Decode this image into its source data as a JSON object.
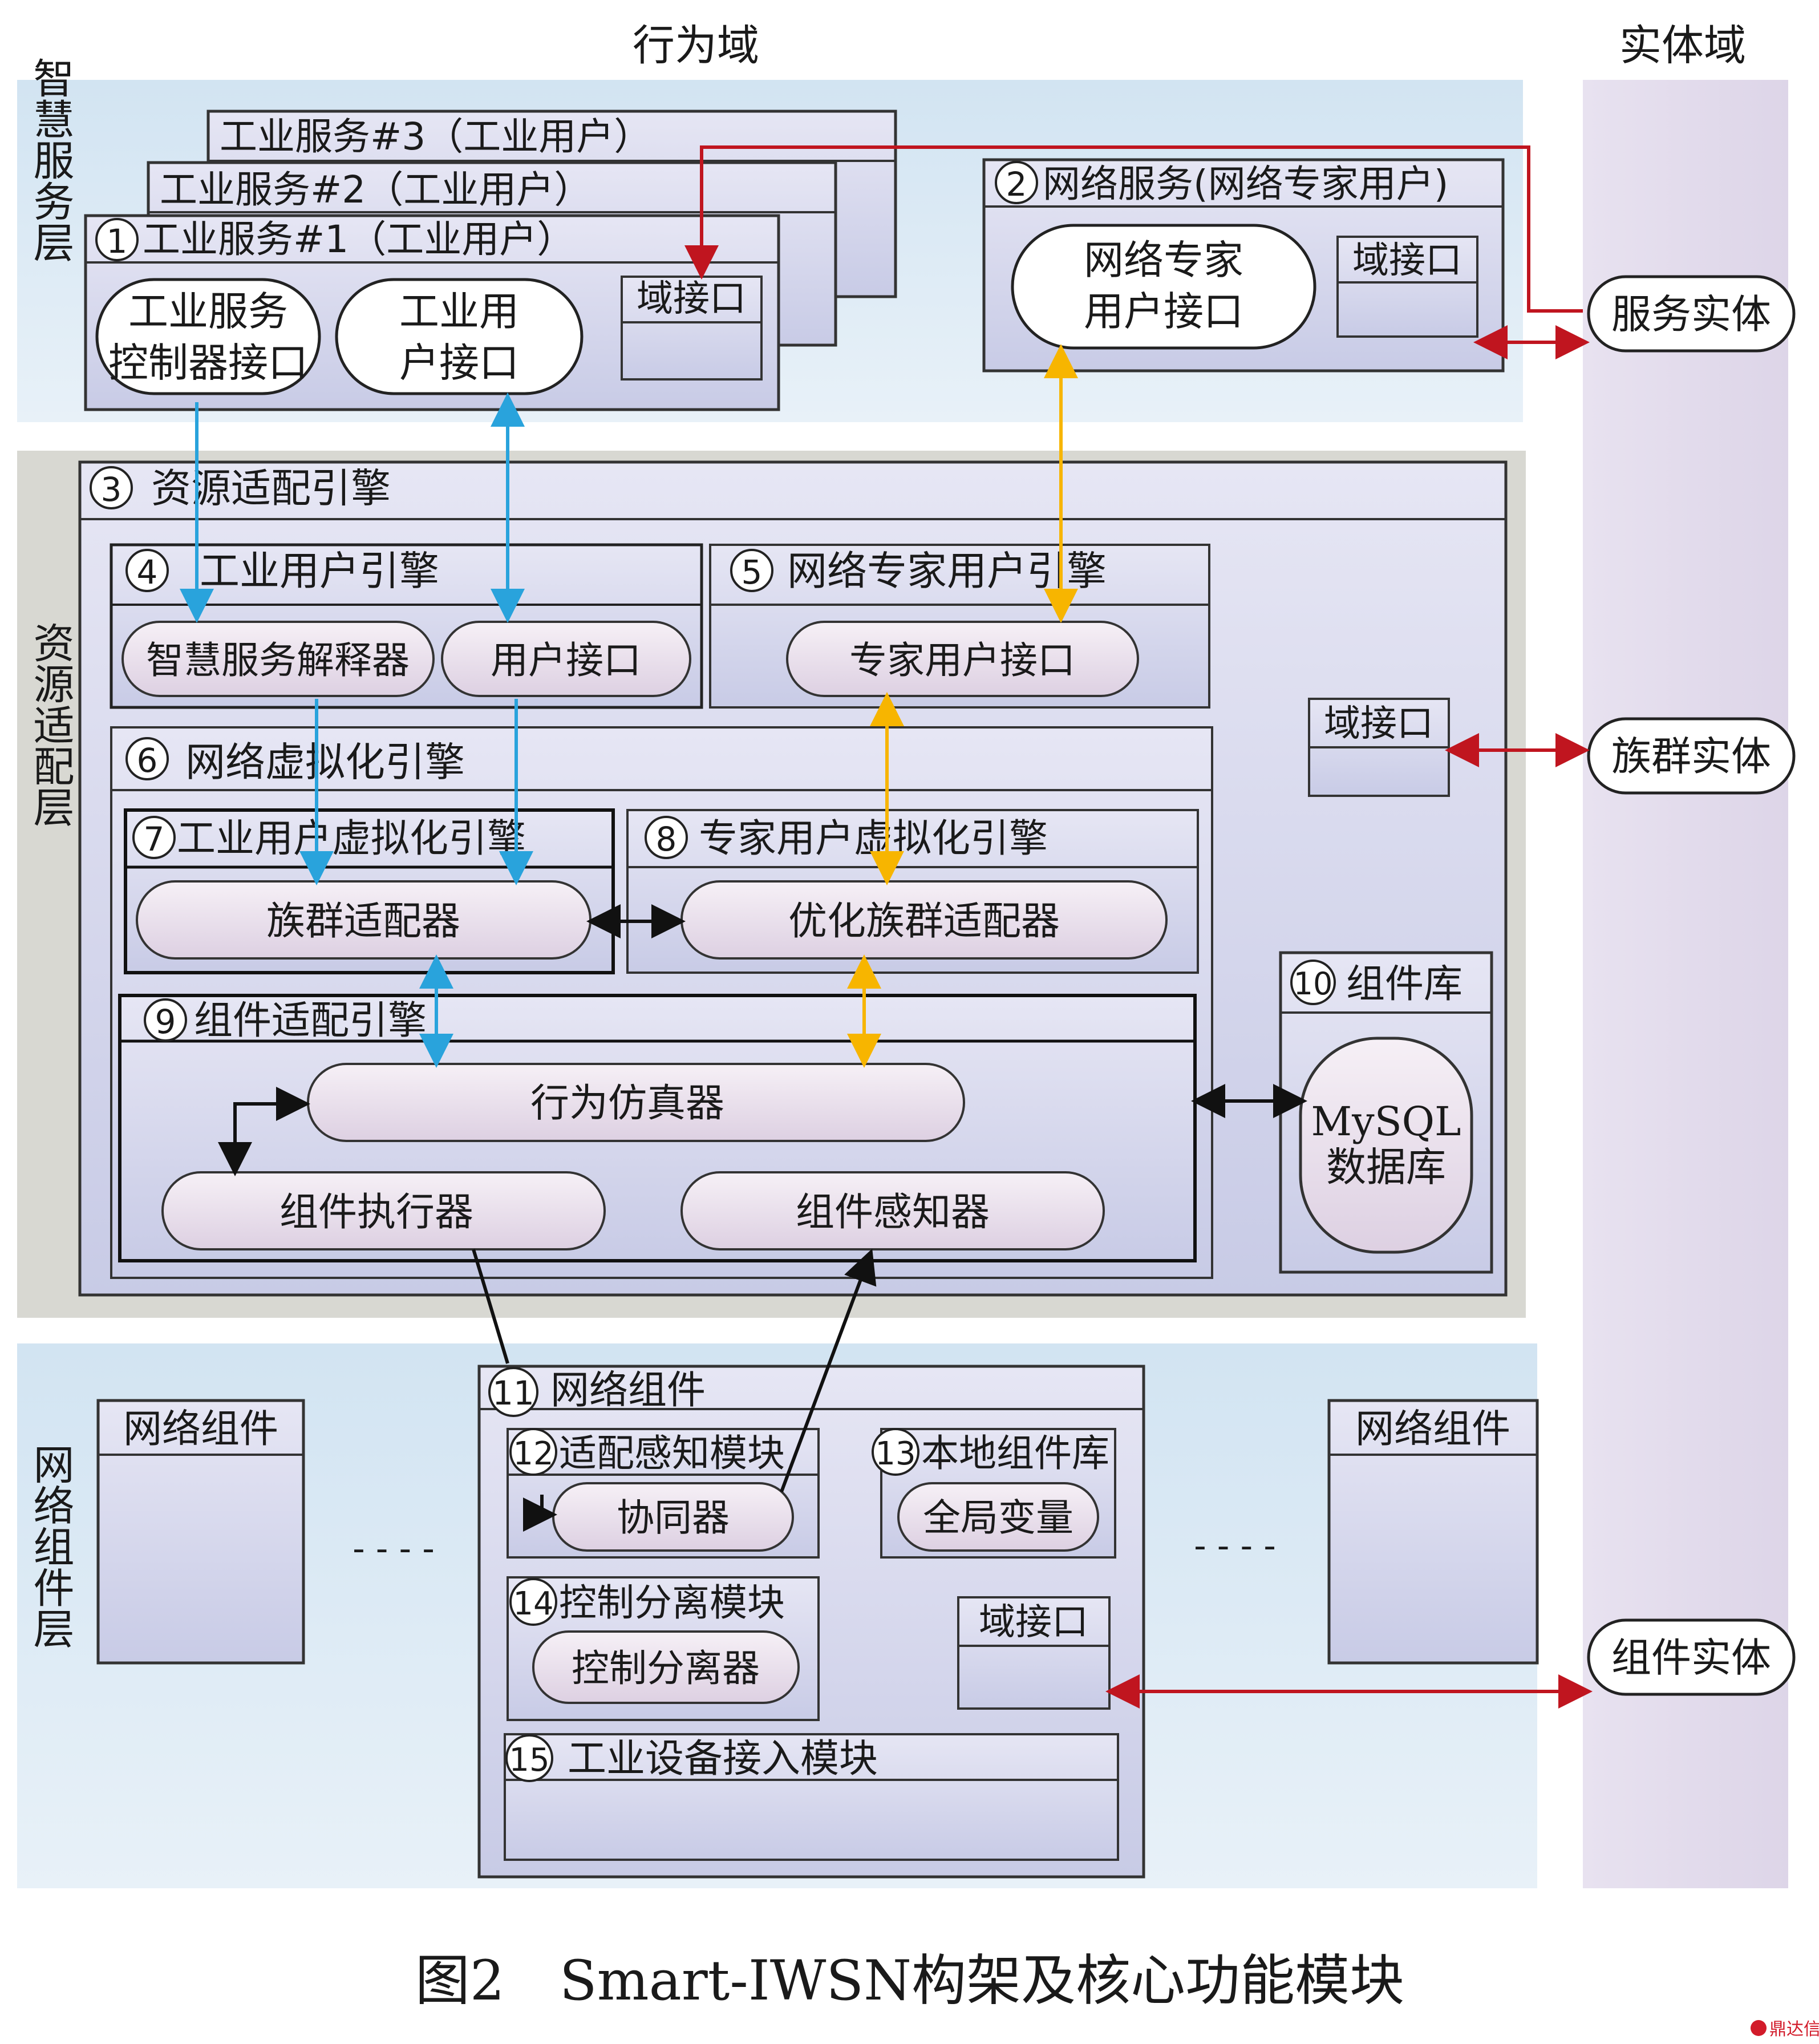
{
  "domains": {
    "behavior": "行为域",
    "entity": "实体域"
  },
  "layers": {
    "smart_service": "智慧服务层",
    "resource_adapt": "资源适配层",
    "network_component": "网络组件层"
  },
  "smart_service": {
    "service3": {
      "num": "",
      "title": "工业服务#3（工业用户）"
    },
    "service2": {
      "num": "",
      "title": "工业服务#2（工业用户）"
    },
    "service1": {
      "num": "1",
      "title": "工业服务#1（工业用户）",
      "controller_interface": [
        "工业服务",
        "控制器接口"
      ],
      "user_interface": [
        "工业用",
        "户接口"
      ],
      "domain_interface": "域接口"
    },
    "network_service": {
      "num": "2",
      "title": "网络服务(网络专家用户)",
      "expert_interface": [
        "网络专家",
        "用户接口"
      ],
      "domain_interface": "域接口"
    }
  },
  "resource_adapt": {
    "engine": {
      "num": "3",
      "title": "资源适配引擎"
    },
    "industrial_user_engine": {
      "num": "4",
      "title": "工业用户引擎",
      "interpreter": "智慧服务解释器",
      "user_interface": "用户接口"
    },
    "expert_user_engine": {
      "num": "5",
      "title": "网络专家用户引擎",
      "expert_interface": "专家用户接口"
    },
    "domain_interface": "域接口",
    "virtualization_engine": {
      "num": "6",
      "title": "网络虚拟化引擎"
    },
    "industrial_virt": {
      "num": "7",
      "title": "工业用户虚拟化引擎",
      "adapter": "族群适配器"
    },
    "expert_virt": {
      "num": "8",
      "title": "专家用户虚拟化引擎",
      "adapter": "优化族群适配器"
    },
    "component_engine": {
      "num": "9",
      "title": "组件适配引擎",
      "simulator": "行为仿真器",
      "executor": "组件执行器",
      "sensor": "组件感知器"
    },
    "component_lib": {
      "num": "10",
      "title": "组件库",
      "db": [
        "MySQL",
        "数据库"
      ]
    }
  },
  "network_component": {
    "left_component": "网络组件",
    "right_component": "网络组件",
    "ellipsis": "- - - -",
    "main": {
      "num": "11",
      "title": "网络组件"
    },
    "adapt_sense": {
      "num": "12",
      "title": "适配感知模块",
      "item": "协同器"
    },
    "local_lib": {
      "num": "13",
      "title": "本地组件库",
      "item": "全局变量"
    },
    "control_sep": {
      "num": "14",
      "title": "控制分离模块",
      "item": "控制分离器"
    },
    "domain_interface": "域接口",
    "device_access": {
      "num": "15",
      "title": "工业设备接入模块"
    }
  },
  "entities": {
    "service": "服务实体",
    "cluster": "族群实体",
    "component": "组件实体"
  },
  "caption": "图2　Smart-IWSN构架及核心功能模块",
  "watermark": "鼎达信",
  "colors": {
    "blue_arrow": "#29a3dc",
    "yellow_arrow": "#f7b500",
    "red_arrow": "#c0151f",
    "black_arrow": "#111111",
    "layer_bg": "#dbe8f3",
    "gray_bg": "#d9d9d3",
    "entity_bg": "#e5e0ee"
  }
}
